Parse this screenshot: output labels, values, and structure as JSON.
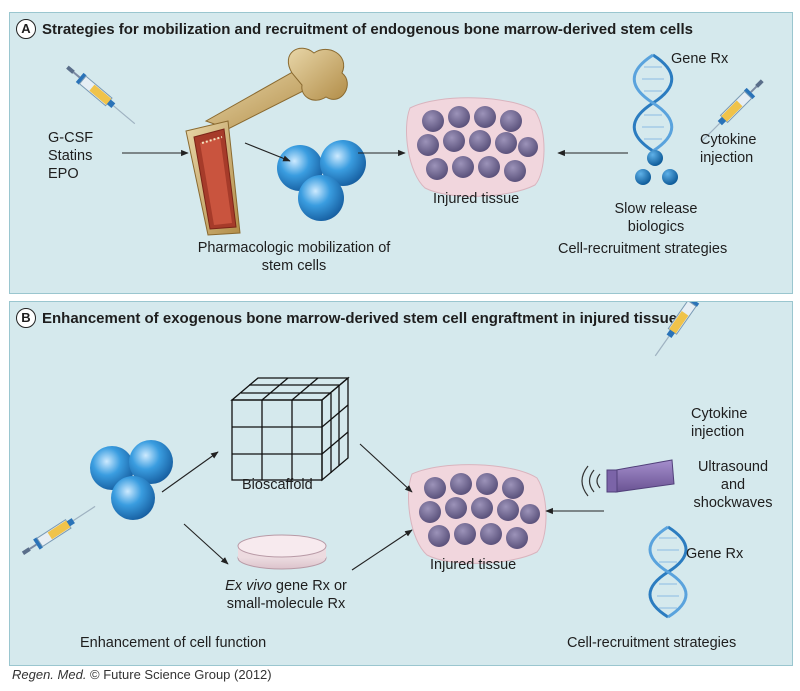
{
  "panel_a": {
    "letter": "A",
    "title": "Strategies for mobilization and recruitment of endogenous bone marrow-derived stem cells",
    "drugs": [
      "G-CSF",
      "Statins",
      "EPO"
    ],
    "mobilization_caption": [
      "Pharmacologic mobilization of",
      "stem cells"
    ],
    "injured_tissue": "Injured tissue",
    "gene_rx": "Gene Rx",
    "cytokine": [
      "Cytokine",
      "injection"
    ],
    "slow_release": [
      "Slow release",
      "biologics"
    ],
    "recruitment": "Cell-recruitment strategies"
  },
  "panel_b": {
    "letter": "B",
    "title": "Enhancement of exogenous bone marrow-derived stem cell engraftment in injured tissue",
    "bioscaffold": "Bioscaffold",
    "ex_vivo_italic": "Ex vivo",
    "ex_vivo_rest": " gene Rx or",
    "small_molecule": "small-molecule Rx",
    "cell_function": "Enhancement of cell function",
    "injured_tissue": "Injured tissue",
    "cytokine": [
      "Cytokine",
      "injection"
    ],
    "ultrasound": [
      "Ultrasound",
      "and",
      "shockwaves"
    ],
    "gene_rx": "Gene Rx",
    "recruitment": "Cell-recruitment strategies"
  },
  "footer": {
    "journal": "Regen. Med.",
    "copyright": " © Future Science Group (2012)"
  },
  "colors": {
    "panel_bg": "#d5e9ed",
    "cell_blue": "#2b8fd6",
    "tissue_purple": "#6f6690",
    "dna_blue": "#2b7cc0",
    "probe_purple": "#8f79b8"
  }
}
